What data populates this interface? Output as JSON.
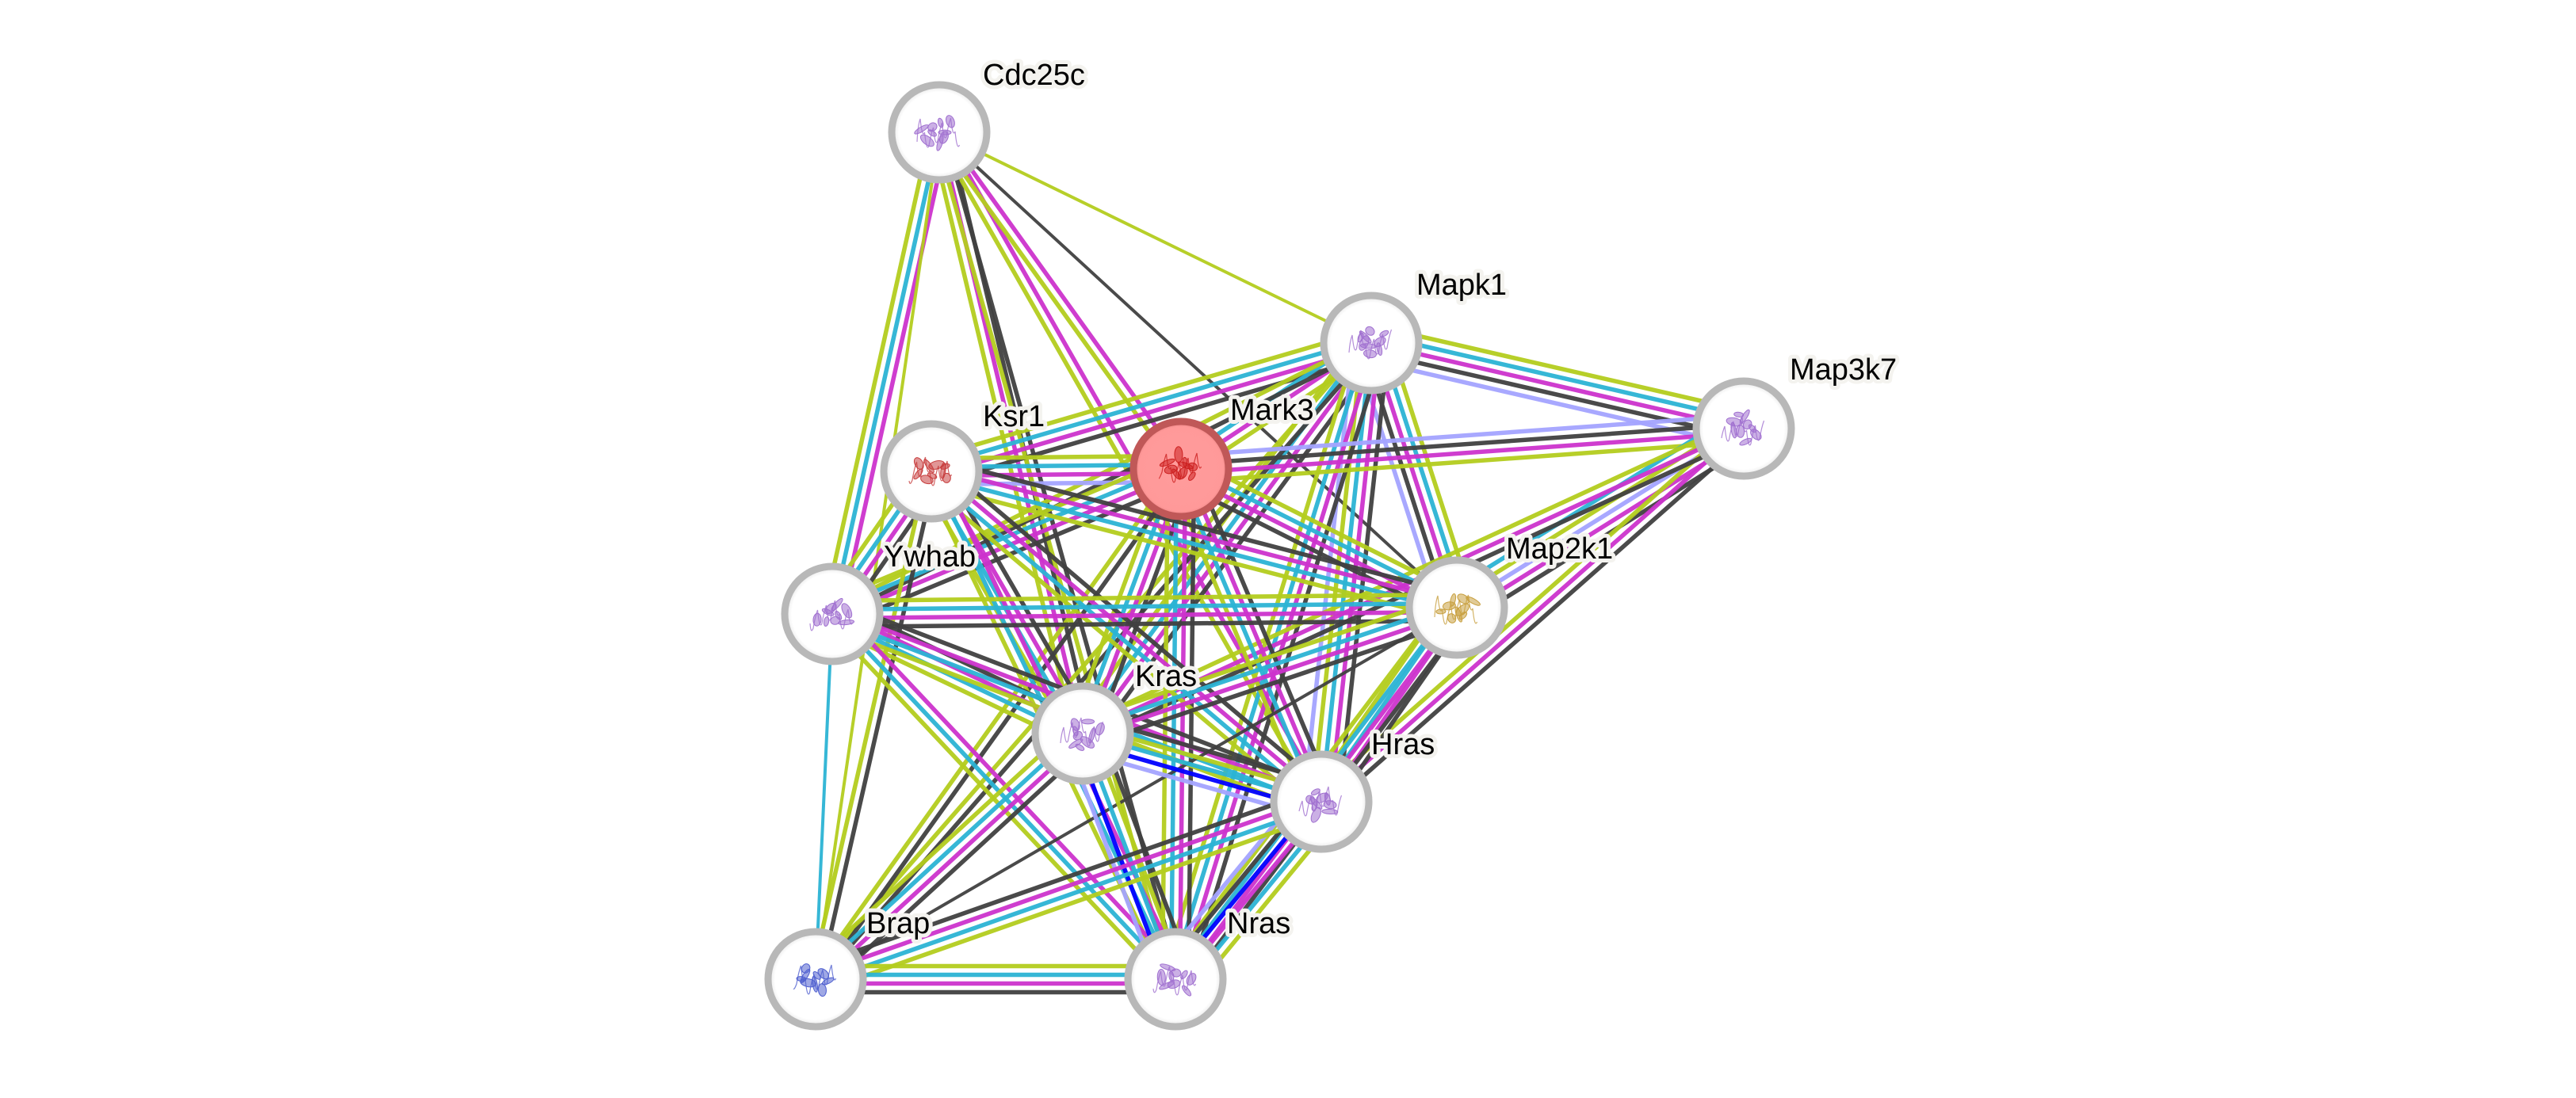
{
  "network": {
    "query_protein": "Mark3",
    "edge_colors": {
      "textmining": "#b3cc1e",
      "coexpression": "#404040",
      "experiments": "#cc33cc",
      "databases": "#2bb3d4",
      "homology": "#a3a3ff",
      "cooccurrence": "#0000ff"
    },
    "node_colors": {
      "query_fill": "#ff9999",
      "query_ring": "#c05858",
      "default_fill": "#ffffff",
      "default_ring": "#b8b8b8"
    },
    "nodes": [
      {
        "id": "Cdc25c",
        "label": "Cdc25c",
        "query": false,
        "structure_color": "#a070d0"
      },
      {
        "id": "Mapk1",
        "label": "Mapk1",
        "query": false,
        "structure_color": "#a070d0"
      },
      {
        "id": "Map3k7",
        "label": "Map3k7",
        "query": false,
        "structure_color": "#a070d0"
      },
      {
        "id": "Mark3",
        "label": "Mark3",
        "query": true,
        "structure_color": "#cc2020"
      },
      {
        "id": "Ksr1",
        "label": "Ksr1",
        "query": false,
        "structure_color": "#c84040"
      },
      {
        "id": "Ywhab",
        "label": "Ywhab",
        "query": false,
        "structure_color": "#a070d0"
      },
      {
        "id": "Map2k1",
        "label": "Map2k1",
        "query": false,
        "structure_color": "#c8a040"
      },
      {
        "id": "Kras",
        "label": "Kras",
        "query": false,
        "structure_color": "#a070d0"
      },
      {
        "id": "Hras",
        "label": "Hras",
        "query": false,
        "structure_color": "#a070d0"
      },
      {
        "id": "Brap",
        "label": "Brap",
        "query": false,
        "structure_color": "#5060d0"
      },
      {
        "id": "Nras",
        "label": "Nras",
        "query": false,
        "structure_color": "#a070d0"
      }
    ],
    "edges": [
      {
        "a": "Cdc25c",
        "b": "Ywhab",
        "types": [
          "experiments",
          "databases",
          "textmining"
        ]
      },
      {
        "a": "Cdc25c",
        "b": "Brap",
        "types": [
          "textmining"
        ]
      },
      {
        "a": "Cdc25c",
        "b": "Kras",
        "types": [
          "coexpression",
          "experiments",
          "textmining"
        ]
      },
      {
        "a": "Cdc25c",
        "b": "Hras",
        "types": [
          "experiments",
          "textmining"
        ]
      },
      {
        "a": "Cdc25c",
        "b": "Mark3",
        "types": [
          "experiments",
          "textmining"
        ]
      },
      {
        "a": "Cdc25c",
        "b": "Map2k1",
        "types": [
          "coexpression"
        ]
      },
      {
        "a": "Cdc25c",
        "b": "Nras",
        "types": [
          "coexpression",
          "textmining"
        ]
      },
      {
        "a": "Cdc25c",
        "b": "Mapk1",
        "types": [
          "textmining"
        ]
      },
      {
        "a": "Mapk1",
        "b": "Map3k7",
        "types": [
          "textmining",
          "databases",
          "experiments",
          "coexpression",
          "homology"
        ]
      },
      {
        "a": "Mapk1",
        "b": "Ksr1",
        "types": [
          "coexpression",
          "experiments",
          "databases",
          "textmining"
        ]
      },
      {
        "a": "Mapk1",
        "b": "Mark3",
        "types": [
          "textmining",
          "experiments",
          "databases"
        ]
      },
      {
        "a": "Mapk1",
        "b": "Ywhab",
        "types": [
          "coexpression",
          "textmining"
        ]
      },
      {
        "a": "Mapk1",
        "b": "Map2k1",
        "types": [
          "textmining",
          "databases",
          "experiments",
          "coexpression",
          "homology"
        ]
      },
      {
        "a": "Mapk1",
        "b": "Kras",
        "types": [
          "coexpression",
          "experiments",
          "databases",
          "textmining"
        ]
      },
      {
        "a": "Mapk1",
        "b": "Hras",
        "types": [
          "coexpression",
          "experiments",
          "databases",
          "textmining",
          "homology"
        ]
      },
      {
        "a": "Mapk1",
        "b": "Nras",
        "types": [
          "coexpression",
          "experiments",
          "databases",
          "textmining"
        ]
      },
      {
        "a": "Mapk1",
        "b": "Brap",
        "types": [
          "coexpression",
          "textmining"
        ]
      },
      {
        "a": "Map3k7",
        "b": "Mark3",
        "types": [
          "textmining",
          "experiments",
          "coexpression",
          "homology"
        ]
      },
      {
        "a": "Map3k7",
        "b": "Map2k1",
        "types": [
          "coexpression",
          "experiments",
          "homology",
          "textmining",
          "databases"
        ]
      },
      {
        "a": "Map3k7",
        "b": "Hras",
        "types": [
          "coexpression",
          "experiments",
          "textmining"
        ]
      },
      {
        "a": "Map3k7",
        "b": "Kras",
        "types": [
          "coexpression",
          "experiments",
          "textmining"
        ]
      },
      {
        "a": "Mark3",
        "b": "Ksr1",
        "types": [
          "homology",
          "experiments",
          "databases",
          "textmining"
        ]
      },
      {
        "a": "Mark3",
        "b": "Ywhab",
        "types": [
          "coexpression",
          "experiments",
          "databases",
          "textmining"
        ]
      },
      {
        "a": "Mark3",
        "b": "Map2k1",
        "types": [
          "textmining",
          "databases",
          "experiments",
          "coexpression"
        ]
      },
      {
        "a": "Mark3",
        "b": "Kras",
        "types": [
          "coexpression",
          "experiments",
          "databases",
          "textmining"
        ]
      },
      {
        "a": "Mark3",
        "b": "Hras",
        "types": [
          "coexpression",
          "experiments",
          "databases",
          "textmining"
        ]
      },
      {
        "a": "Mark3",
        "b": "Nras",
        "types": [
          "coexpression",
          "experiments",
          "databases",
          "textmining"
        ]
      },
      {
        "a": "Mark3",
        "b": "Brap",
        "types": [
          "coexpression",
          "textmining"
        ]
      },
      {
        "a": "Ksr1",
        "b": "Ywhab",
        "types": [
          "coexpression",
          "experiments",
          "databases",
          "textmining"
        ]
      },
      {
        "a": "Ksr1",
        "b": "Map2k1",
        "types": [
          "coexpression",
          "experiments",
          "databases",
          "textmining"
        ]
      },
      {
        "a": "Ksr1",
        "b": "Kras",
        "types": [
          "coexpression",
          "experiments",
          "databases",
          "textmining"
        ]
      },
      {
        "a": "Ksr1",
        "b": "Hras",
        "types": [
          "coexpression",
          "experiments",
          "databases",
          "textmining"
        ]
      },
      {
        "a": "Ksr1",
        "b": "Nras",
        "types": [
          "experiments",
          "databases",
          "textmining"
        ]
      },
      {
        "a": "Ksr1",
        "b": "Brap",
        "types": [
          "coexpression",
          "textmining"
        ]
      },
      {
        "a": "Ywhab",
        "b": "Map2k1",
        "types": [
          "textmining",
          "databases",
          "experiments",
          "coexpression"
        ]
      },
      {
        "a": "Ywhab",
        "b": "Kras",
        "types": [
          "coexpression",
          "experiments",
          "databases",
          "textmining"
        ]
      },
      {
        "a": "Ywhab",
        "b": "Hras",
        "types": [
          "coexpression",
          "experiments",
          "databases",
          "textmining"
        ]
      },
      {
        "a": "Ywhab",
        "b": "Nras",
        "types": [
          "experiments",
          "databases",
          "textmining"
        ]
      },
      {
        "a": "Ywhab",
        "b": "Brap",
        "types": [
          "databases"
        ]
      },
      {
        "a": "Map2k1",
        "b": "Kras",
        "types": [
          "coexpression",
          "experiments",
          "databases",
          "textmining"
        ]
      },
      {
        "a": "Map2k1",
        "b": "Hras",
        "types": [
          "coexpression",
          "experiments",
          "databases",
          "textmining"
        ]
      },
      {
        "a": "Map2k1",
        "b": "Nras",
        "types": [
          "coexpression",
          "experiments",
          "databases",
          "textmining"
        ]
      },
      {
        "a": "Map2k1",
        "b": "Brap",
        "types": [
          "coexpression"
        ]
      },
      {
        "a": "Kras",
        "b": "Hras",
        "types": [
          "coexpression",
          "textmining",
          "databases",
          "cooccurrence",
          "homology"
        ]
      },
      {
        "a": "Kras",
        "b": "Nras",
        "types": [
          "coexpression",
          "textmining",
          "databases",
          "cooccurrence",
          "homology"
        ]
      },
      {
        "a": "Kras",
        "b": "Brap",
        "types": [
          "coexpression",
          "experiments",
          "databases",
          "textmining"
        ]
      },
      {
        "a": "Hras",
        "b": "Nras",
        "types": [
          "textmining",
          "databases",
          "experiments",
          "cooccurrence",
          "coexpression",
          "homology"
        ]
      },
      {
        "a": "Hras",
        "b": "Brap",
        "types": [
          "textmining",
          "databases",
          "experiments",
          "coexpression"
        ]
      },
      {
        "a": "Brap",
        "b": "Nras",
        "types": [
          "textmining",
          "databases",
          "experiments",
          "coexpression"
        ]
      }
    ]
  }
}
